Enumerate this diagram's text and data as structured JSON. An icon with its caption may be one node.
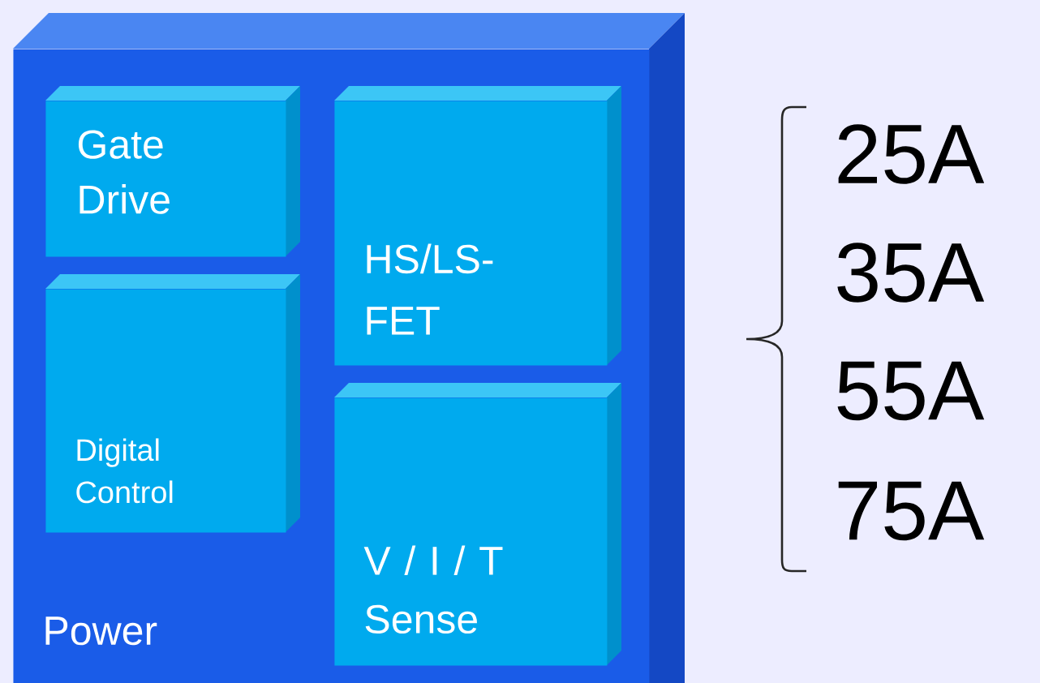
{
  "diagram": {
    "nodes": [
      {
        "text": [
          "Power"
        ]
      },
      {
        "text": [
          "Gate Drive"
        ],
        "in": 0
      },
      {
        "text": [
          "Digital Control"
        ],
        "in": 0
      },
      {
        "text": [
          "HS/LS-FET"
        ],
        "in": 0
      },
      {
        "text": [
          "V / I / T Sense"
        ],
        "in": 0
      }
    ],
    "labels": [
      "25A",
      "35A",
      "55A",
      "75A"
    ]
  }
}
